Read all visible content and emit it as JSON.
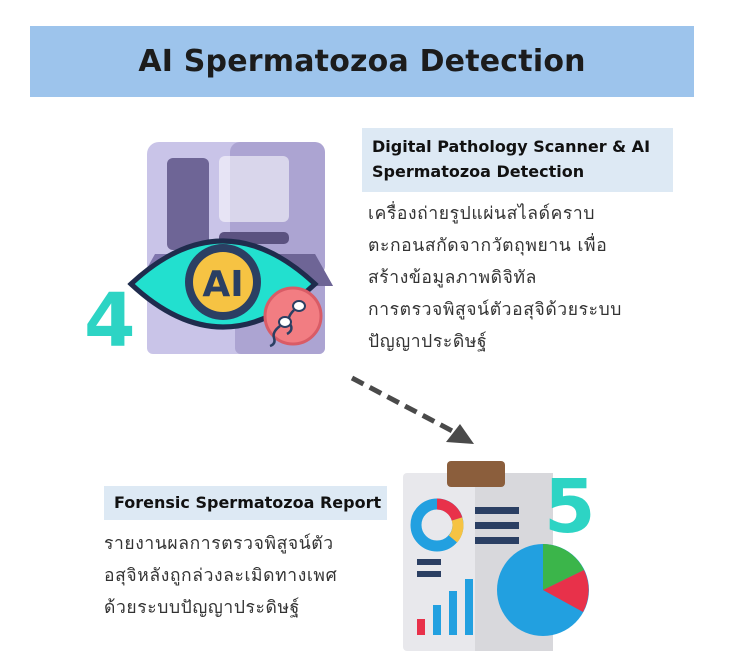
{
  "title": "AI Spermatozoa Detection",
  "step4": {
    "number": "4",
    "heading_line1": "Digital Pathology Scanner & AI",
    "heading_line2": "Spermatozoa Detection",
    "body_lines": [
      "เครื่องถ่ายรูปแผ่นสไลด์คราบ",
      "ตะกอนสกัดจากวัตถุพยาน เพื่อ",
      "สร้างข้อมูลภาพดิจิทัล",
      "การตรวจพิสูจน์ตัวอสุจิด้วยระบบ",
      "ปัญญาประดิษฐ์"
    ],
    "eye_label": "AI"
  },
  "step5": {
    "number": "5",
    "heading": "Forensic Spermatozoa Report",
    "body_lines": [
      "รายงานผลการตรวจพิสูจน์ตัว",
      "อสุจิหลังถูกล่วงละเมิดทางเพศ",
      "ด้วยระบบปัญญาประดิษฐ์"
    ]
  },
  "colors": {
    "title_bar": "#9dc4ec",
    "heading_box": "#dde9f4",
    "accent_teal": "#2dd4c4",
    "eye_fill": "#22e0cf",
    "ai_yellow": "#f6c343"
  },
  "icons": [
    "scanner-icon",
    "ai-eye-icon",
    "sperm-cell-icon",
    "report-clipboard-icon",
    "pie-chart-icon",
    "donut-chart-icon",
    "bar-chart-icon",
    "arrow-icon"
  ]
}
